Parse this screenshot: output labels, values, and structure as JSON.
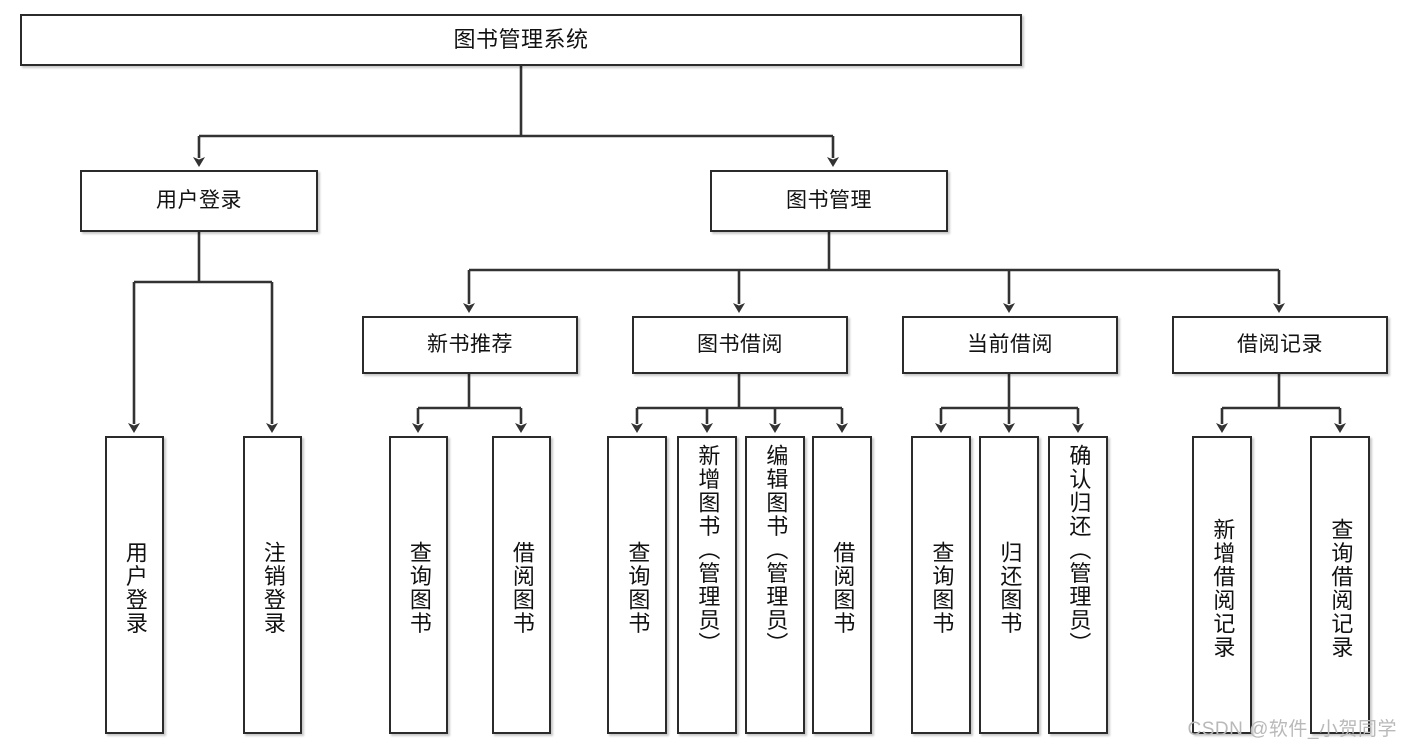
{
  "diagram": {
    "title": "图书管理系统",
    "type": "tree",
    "watermark": "CSDN @软件_小贺同学",
    "colors": {
      "box_border": "#2b2b2b",
      "box_fill": "#ffffff",
      "edge": "#333333",
      "text": "#111111",
      "watermark": "#b9b9b9"
    },
    "nodes": {
      "root": {
        "label": "图书管理系统"
      },
      "level2": [
        {
          "id": "user-login",
          "label": "用户登录"
        },
        {
          "id": "book-management",
          "label": "图书管理"
        }
      ],
      "level3": [
        {
          "id": "new-book-recommend",
          "label": "新书推荐"
        },
        {
          "id": "book-borrow",
          "label": "图书借阅"
        },
        {
          "id": "current-borrow",
          "label": "当前借阅"
        },
        {
          "id": "borrow-record",
          "label": "借阅记录"
        }
      ],
      "leaves": {
        "user-login": [
          {
            "id": "leaf-user-login",
            "label": "用户登录"
          },
          {
            "id": "leaf-logout",
            "label": "注销登录"
          }
        ],
        "new-book-recommend": [
          {
            "id": "leaf-query-book-1",
            "label": "查询图书"
          },
          {
            "id": "leaf-borrow-book-1",
            "label": "借阅图书"
          }
        ],
        "book-borrow": [
          {
            "id": "leaf-query-book-2",
            "label": "查询图书"
          },
          {
            "id": "leaf-add-book",
            "label": "新增图书（管理员）"
          },
          {
            "id": "leaf-edit-book",
            "label": "编辑图书（管理员）"
          },
          {
            "id": "leaf-borrow-book-2",
            "label": "借阅图书"
          }
        ],
        "current-borrow": [
          {
            "id": "leaf-query-book-3",
            "label": "查询图书"
          },
          {
            "id": "leaf-return-book",
            "label": "归还图书"
          },
          {
            "id": "leaf-confirm-return",
            "label": "确认归还（管理员）"
          }
        ],
        "borrow-record": [
          {
            "id": "leaf-add-record",
            "label": "新增借阅记录"
          },
          {
            "id": "leaf-query-record",
            "label": "查询借阅记录"
          }
        ]
      }
    }
  }
}
